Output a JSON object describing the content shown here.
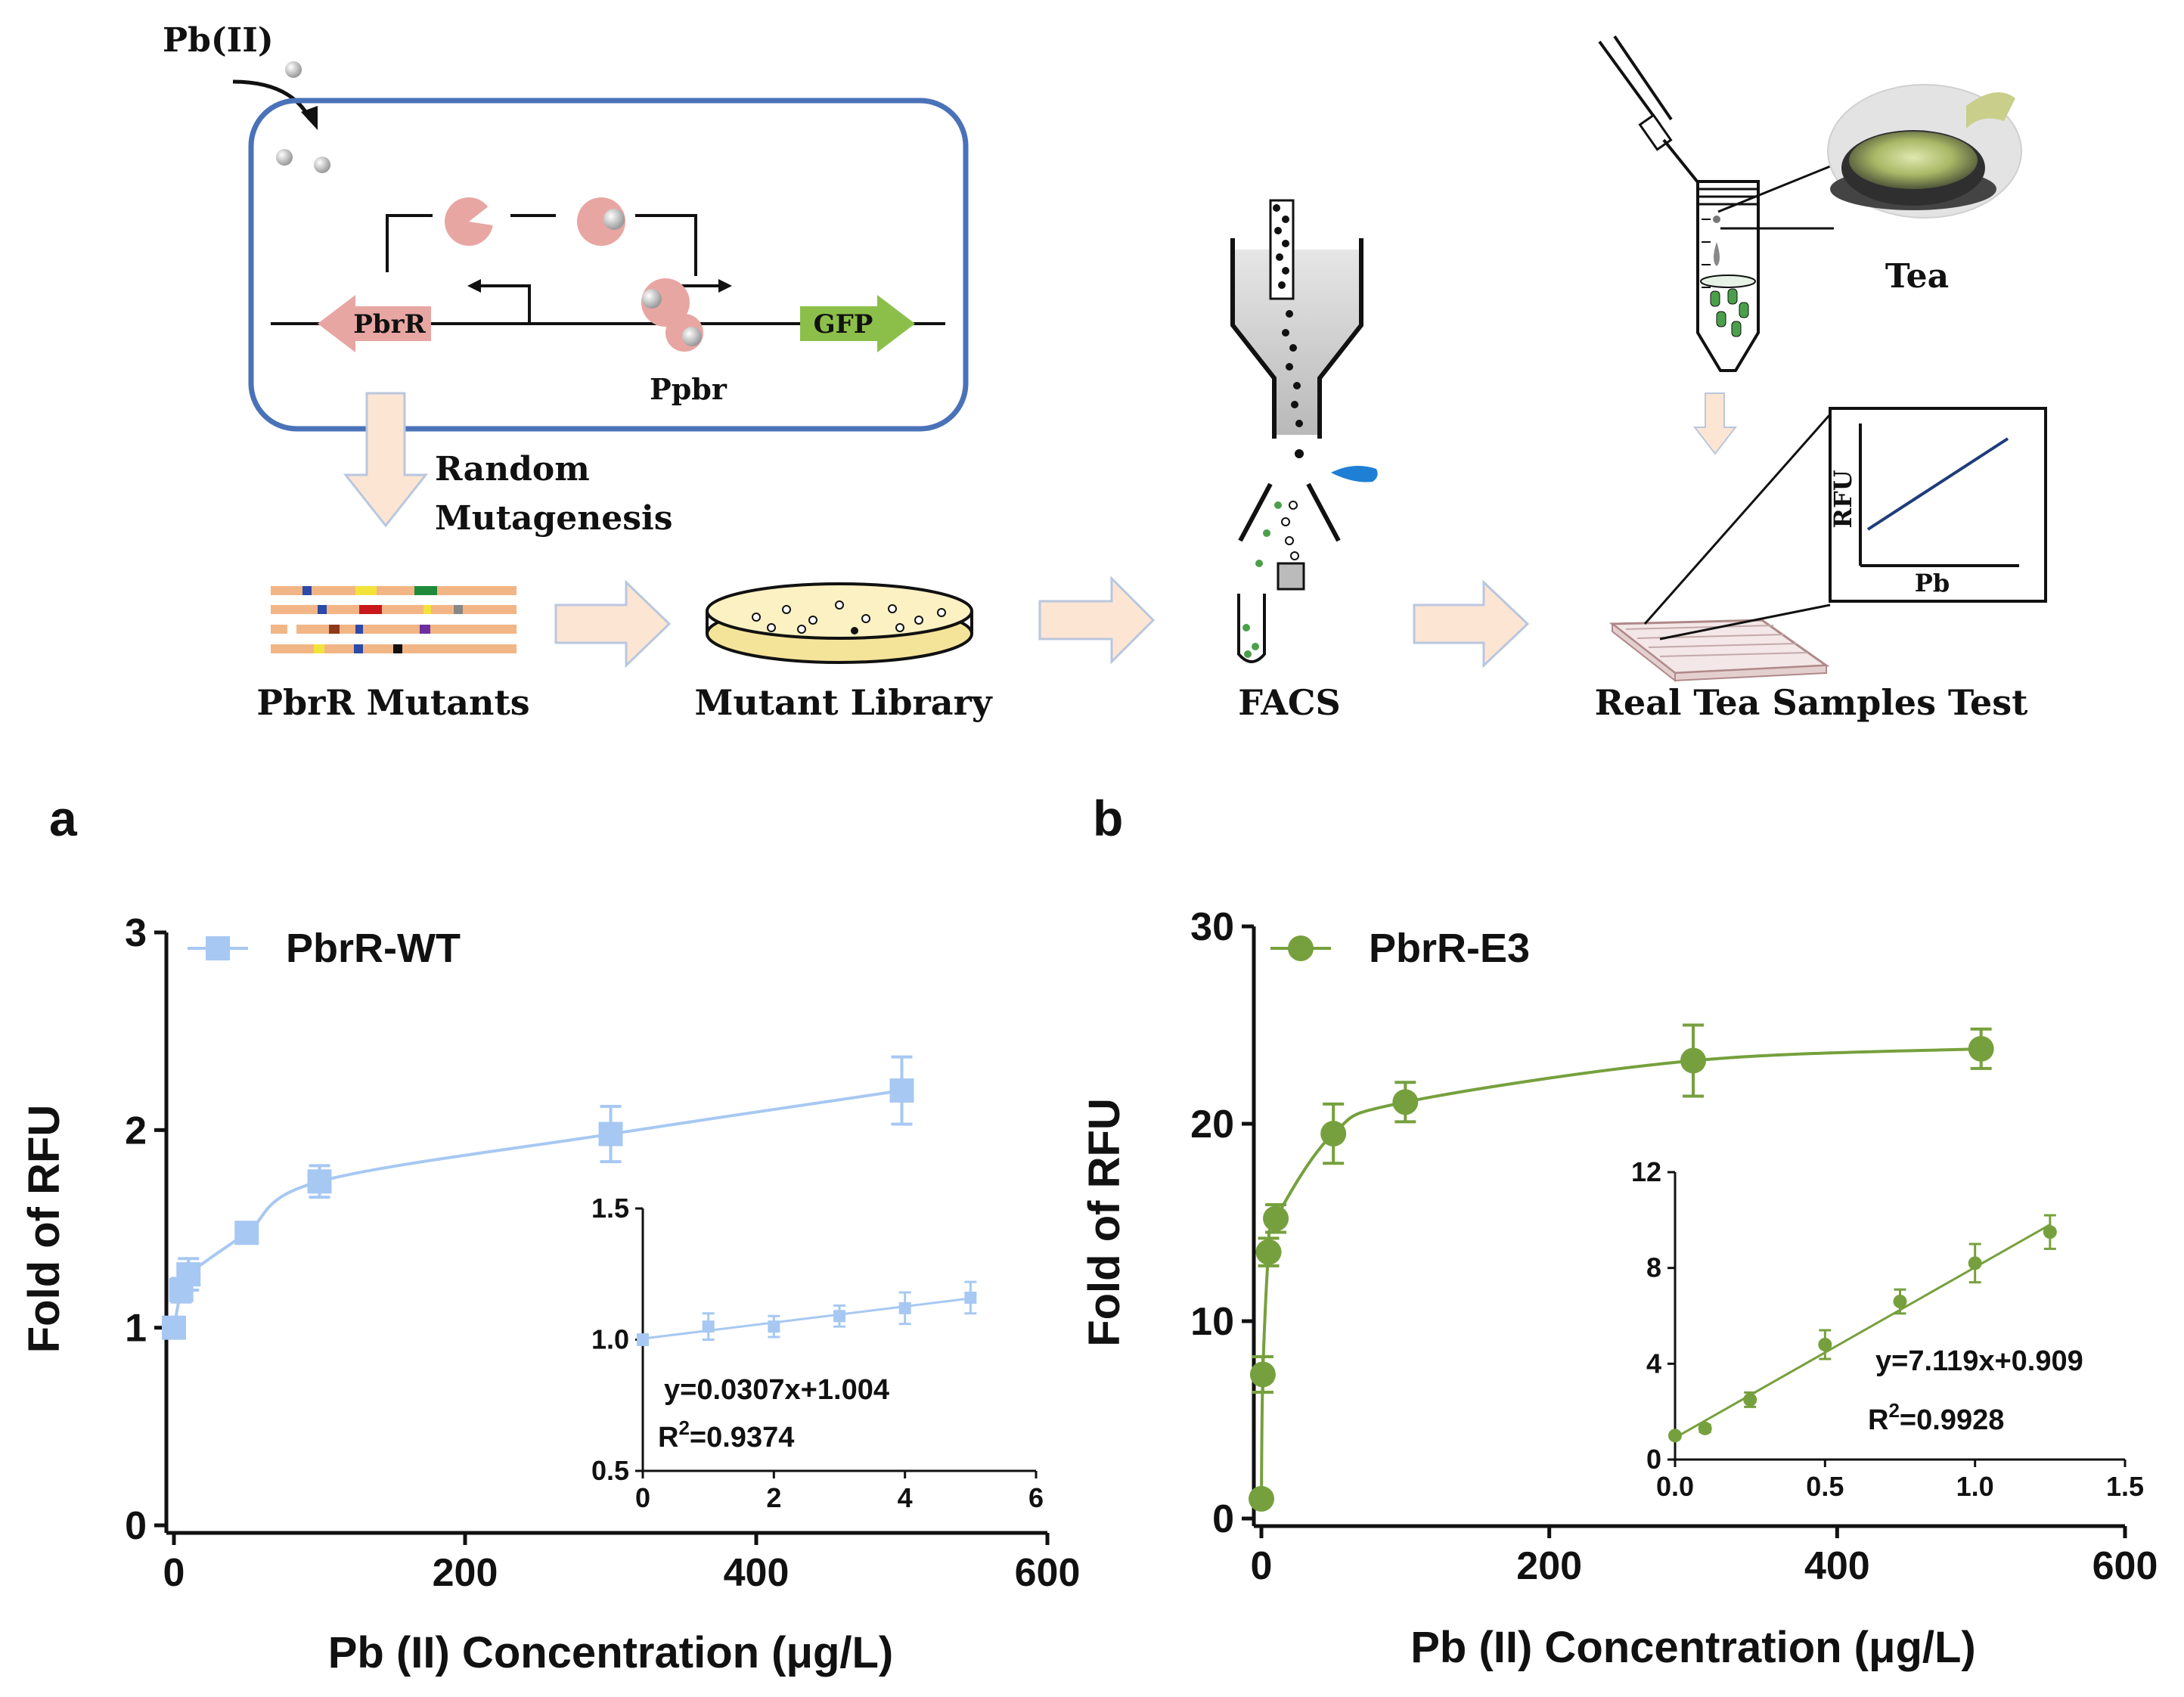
{
  "schematic": {
    "pb_label": "Pb(II)",
    "pbrr_gene": "PbrR",
    "gfp_gene": "GFP",
    "promoter": "Ppbr",
    "random_line1": "Random",
    "random_line2": "Mutagenesis",
    "mutants_label": "PbrR Mutants",
    "library_label": "Mutant Library",
    "facs_label": "FACS",
    "tea_label": "Tea",
    "test_label": "Real Tea Samples Test",
    "inset_ylabel": "RFU",
    "inset_xlabel": "Pb"
  },
  "colors": {
    "wt": "#a7c8f2",
    "e3": "#76a03d",
    "protein": "#e8a6a2",
    "gfp": "#8cbf4a",
    "arrow_fill": "#fde5d4",
    "cell_border": "#4a72b8"
  },
  "chart_data": [
    {
      "panel": "a",
      "type": "scatter",
      "xlabel": "Pb (II) Concentration (μg/L)",
      "ylabel": "Fold of RFU",
      "xlim": [
        0,
        600
      ],
      "ylim": [
        0,
        3
      ],
      "xticks": [
        "0",
        "200",
        "400",
        "600"
      ],
      "yticks": [
        "0",
        "1",
        "2",
        "3"
      ],
      "series": [
        {
          "name": "PbrR-WT",
          "marker": "square",
          "points": [
            {
              "x": 0,
              "y": 1.0,
              "err": 0.03
            },
            {
              "x": 5,
              "y": 1.19,
              "err": 0.06
            },
            {
              "x": 10,
              "y": 1.27,
              "err": 0.08
            },
            {
              "x": 50,
              "y": 1.48,
              "err": 0.04
            },
            {
              "x": 100,
              "y": 1.74,
              "err": 0.08
            },
            {
              "x": 300,
              "y": 1.98,
              "err": 0.14
            },
            {
              "x": 500,
              "y": 2.2,
              "err": 0.17
            }
          ]
        }
      ],
      "inset": {
        "xlim": [
          0,
          6
        ],
        "ylim": [
          0.5,
          1.5
        ],
        "xticks": [
          "0",
          "2",
          "4",
          "6"
        ],
        "yticks": [
          "0.5",
          "1.0",
          "1.5"
        ],
        "points": [
          {
            "x": 0,
            "y": 1.0,
            "err": 0.02
          },
          {
            "x": 1,
            "y": 1.05,
            "err": 0.05
          },
          {
            "x": 2,
            "y": 1.05,
            "err": 0.04
          },
          {
            "x": 3,
            "y": 1.09,
            "err": 0.04
          },
          {
            "x": 4,
            "y": 1.12,
            "err": 0.06
          },
          {
            "x": 5,
            "y": 1.16,
            "err": 0.06
          }
        ],
        "equation": "y=0.0307x+1.004",
        "r2_prefix": "R",
        "r2_sup": "2",
        "r2_value": "=0.9374",
        "slope": 0.0307,
        "intercept": 1.004
      }
    },
    {
      "panel": "b",
      "type": "scatter",
      "xlabel": "Pb (II) Concentration (μg/L)",
      "ylabel": "Fold of RFU",
      "xlim": [
        0,
        600
      ],
      "ylim": [
        0,
        30
      ],
      "xticks": [
        "0",
        "200",
        "400",
        "600"
      ],
      "yticks": [
        "0",
        "10",
        "20",
        "30"
      ],
      "series": [
        {
          "name": "PbrR-E3",
          "marker": "circle",
          "points": [
            {
              "x": 0,
              "y": 1.0,
              "err": 0.2
            },
            {
              "x": 1,
              "y": 7.3,
              "err": 0.9
            },
            {
              "x": 5,
              "y": 13.5,
              "err": 0.7
            },
            {
              "x": 10,
              "y": 15.2,
              "err": 0.7
            },
            {
              "x": 50,
              "y": 19.5,
              "err": 1.5
            },
            {
              "x": 100,
              "y": 21.1,
              "err": 1.0
            },
            {
              "x": 300,
              "y": 23.2,
              "err": 1.8
            },
            {
              "x": 500,
              "y": 23.8,
              "err": 1.0
            }
          ]
        }
      ],
      "inset": {
        "xlim": [
          0,
          1.5
        ],
        "ylim": [
          0,
          12
        ],
        "xticks": [
          "0.0",
          "0.5",
          "1.0",
          "1.5"
        ],
        "yticks": [
          "0",
          "4",
          "8",
          "12"
        ],
        "points": [
          {
            "x": 0,
            "y": 1.0,
            "err": 0.1
          },
          {
            "x": 0.1,
            "y": 1.3,
            "err": 0.15
          },
          {
            "x": 0.25,
            "y": 2.5,
            "err": 0.3
          },
          {
            "x": 0.5,
            "y": 4.8,
            "err": 0.6
          },
          {
            "x": 0.75,
            "y": 6.6,
            "err": 0.5
          },
          {
            "x": 1.0,
            "y": 8.2,
            "err": 0.8
          },
          {
            "x": 1.25,
            "y": 9.5,
            "err": 0.7
          }
        ],
        "equation": "y=7.119x+0.909",
        "r2_prefix": "R",
        "r2_sup": "2",
        "r2_value": "=0.9928",
        "slope": 7.119,
        "intercept": 0.909
      }
    }
  ],
  "panel_labels": [
    "a",
    "b"
  ]
}
